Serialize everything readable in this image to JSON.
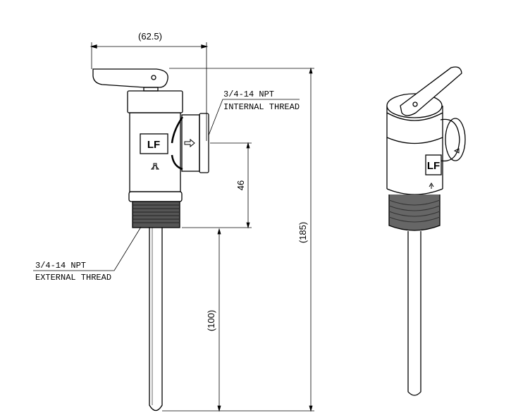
{
  "dimensions": {
    "width": "(62.5)",
    "height_total": "(185)",
    "outlet_height": "46",
    "probe_length": "(100)"
  },
  "callouts": {
    "internal_line1": "3/4-14 NPT",
    "internal_line2": "INTERNAL THREAD",
    "external_line1": "3/4-14 NPT",
    "external_line2": "EXTERNAL THREAD"
  },
  "labels": {
    "front_badge": "LF",
    "iso_badge": "LF"
  }
}
